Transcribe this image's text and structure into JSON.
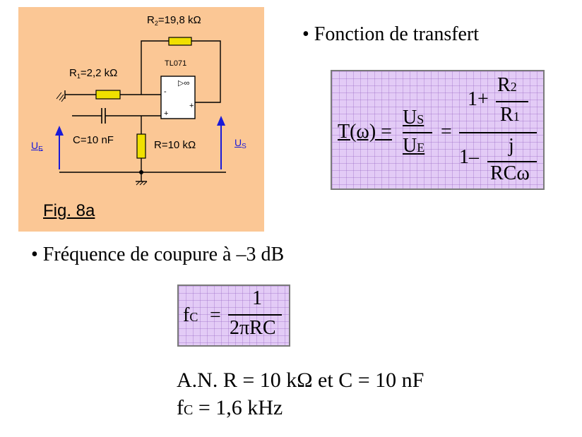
{
  "figure": {
    "label": "Fig. 8a",
    "r2_label": "R",
    "r2_sub": "2",
    "r2_value": "=19,8 kΩ",
    "r1_label": "R",
    "r1_sub": "1",
    "r1_value": "=2,2 kΩ",
    "opamp_label": "TL071",
    "opamp_symbol": "▷∞",
    "minus_sign": "-",
    "plus_sign": "+",
    "capacitor_label": "C=10 nF",
    "resistor_label": "R=10 kΩ",
    "ue_label": "U",
    "ue_sub": "E",
    "us_label": "U",
    "us_sub": "S",
    "colors": {
      "panel": "#fbc795",
      "resistor": "#f0e000",
      "arrow": "#1a1ad8"
    }
  },
  "bullets": {
    "transfer": "• Fonction de transfert",
    "cutoff": "• Fréquence de coupure à –3 dB"
  },
  "transfer_formula": {
    "lhs": "T(ω) =",
    "num_u": "U",
    "num_sub": "S",
    "den_u": "U",
    "den_sub": "E",
    "equals": "=",
    "top_one_plus": "1+",
    "r2": "R",
    "r2_sub": "2",
    "r1": "R",
    "r1_sub": "1",
    "bottom_one_minus": "1–",
    "j": "j",
    "rcw": "RCω"
  },
  "cutoff_formula": {
    "f": "f",
    "f_sub": "C",
    "equals": "=",
    "num": "1",
    "den": "2πRC"
  },
  "application": {
    "line1": "A.N. R = 10 kΩ et C = 10 nF",
    "line2_f": "f",
    "line2_sub": "C",
    "line2_rest": " = 1,6 kHz"
  }
}
